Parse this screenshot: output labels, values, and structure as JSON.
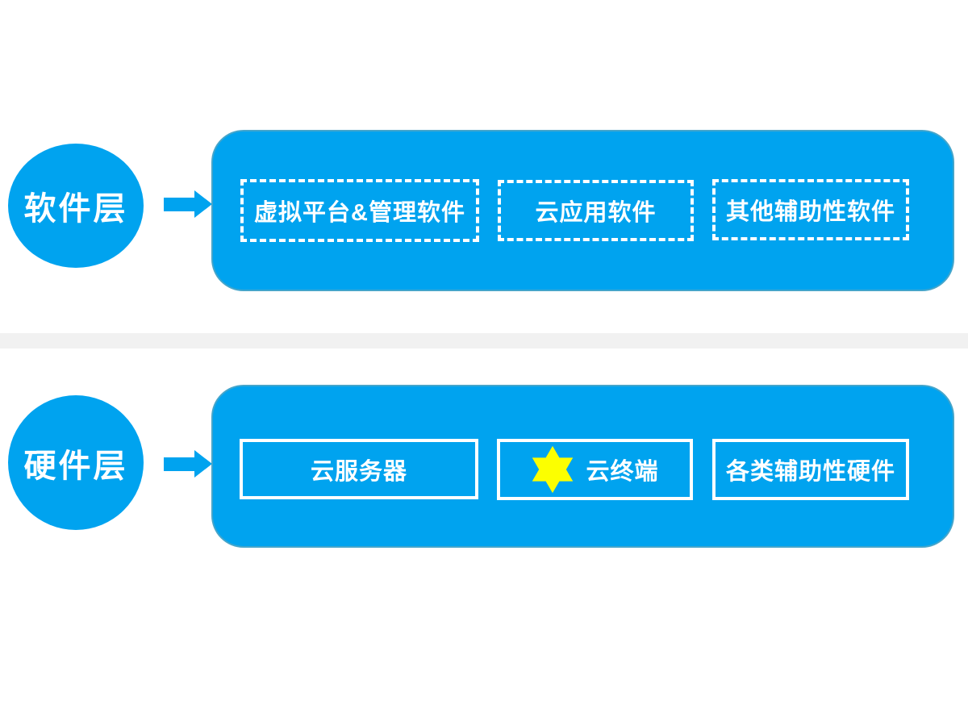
{
  "colors": {
    "accent_blue": "#00A3EF",
    "star_yellow": "#FCFF00",
    "divider_gray": "#F1F1F1",
    "box_border_white": "#FFFFFF"
  },
  "software_layer": {
    "circle_label": "软件层",
    "arrow_icon": "arrow-right-icon",
    "boxes": [
      {
        "label": "虚拟平台&管理软件",
        "border_style": "dashed"
      },
      {
        "label": "云应用软件",
        "border_style": "dashed"
      },
      {
        "label": "其他辅助性软件",
        "border_style": "dashed"
      }
    ]
  },
  "hardware_layer": {
    "circle_label": "硬件层",
    "arrow_icon": "arrow-right-icon",
    "boxes": [
      {
        "label": "云服务器",
        "border_style": "solid"
      },
      {
        "label": "云终端",
        "border_style": "solid",
        "icon": "star-icon"
      },
      {
        "label": "各类辅助性硬件",
        "border_style": "solid"
      }
    ]
  }
}
